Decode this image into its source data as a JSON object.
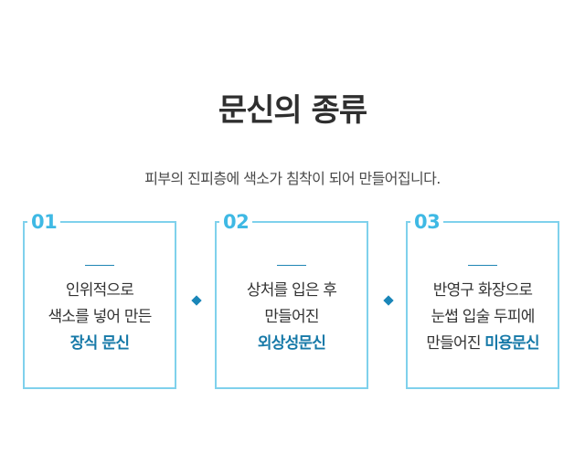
{
  "page": {
    "title": "문신의 종류",
    "subtitle": "피부의 진피층에 색소가 침착이 되어 만들어집니다."
  },
  "cards": [
    {
      "number": "01",
      "line1": "인위적으로",
      "line2": "색소를 넣어 만든",
      "line3_plain": "",
      "accent": "장식 문신"
    },
    {
      "number": "02",
      "line1": "상처를 입은 후",
      "line2": "만들어진",
      "line3_plain": "",
      "accent": "외상성문신"
    },
    {
      "number": "03",
      "line1": "반영구 화장으로",
      "line2": "눈썹 입술 두피에",
      "line3_plain": "만들어진 ",
      "accent": "미용문신"
    }
  ],
  "colors": {
    "card_border": "#7fd1ec",
    "card_number": "#3fb9e4",
    "accent_text": "#1679a8",
    "connector": "#1a86b8"
  },
  "icons": {
    "connector": "diamond-connector-icon"
  }
}
